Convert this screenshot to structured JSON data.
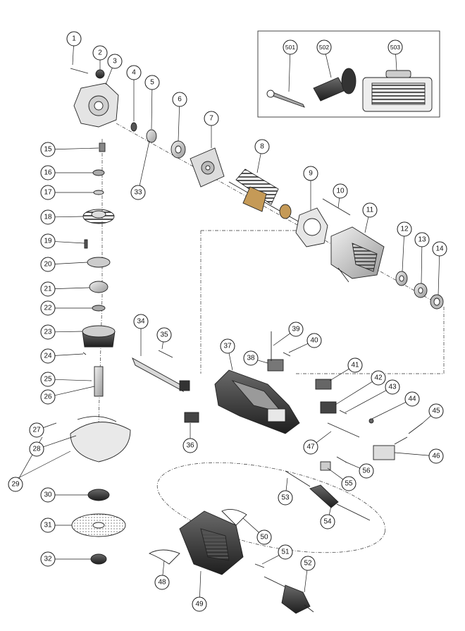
{
  "callouts": [
    {
      "id": "1",
      "text": "1"
    },
    {
      "id": "2",
      "text": "2"
    },
    {
      "id": "3",
      "text": "3"
    },
    {
      "id": "4",
      "text": "4"
    },
    {
      "id": "5",
      "text": "5"
    },
    {
      "id": "6",
      "text": "6"
    },
    {
      "id": "7",
      "text": "7"
    },
    {
      "id": "8",
      "text": "8"
    },
    {
      "id": "9",
      "text": "9"
    },
    {
      "id": "10",
      "text": "10"
    },
    {
      "id": "11",
      "text": "11"
    },
    {
      "id": "12",
      "text": "12"
    },
    {
      "id": "13",
      "text": "13"
    },
    {
      "id": "14",
      "text": "14"
    },
    {
      "id": "15",
      "text": "15"
    },
    {
      "id": "16",
      "text": "16"
    },
    {
      "id": "17",
      "text": "17"
    },
    {
      "id": "18",
      "text": "18"
    },
    {
      "id": "19",
      "text": "19"
    },
    {
      "id": "20",
      "text": "20"
    },
    {
      "id": "21",
      "text": "21"
    },
    {
      "id": "22",
      "text": "22"
    },
    {
      "id": "23",
      "text": "23"
    },
    {
      "id": "24",
      "text": "24"
    },
    {
      "id": "25",
      "text": "25"
    },
    {
      "id": "26",
      "text": "26"
    },
    {
      "id": "27",
      "text": "27"
    },
    {
      "id": "28",
      "text": "28"
    },
    {
      "id": "29",
      "text": "29"
    },
    {
      "id": "30",
      "text": "30"
    },
    {
      "id": "31",
      "text": "31"
    },
    {
      "id": "32",
      "text": "32"
    },
    {
      "id": "33",
      "text": "33"
    },
    {
      "id": "34",
      "text": "34"
    },
    {
      "id": "35",
      "text": "35"
    },
    {
      "id": "36",
      "text": "36"
    },
    {
      "id": "37",
      "text": "37"
    },
    {
      "id": "38",
      "text": "38"
    },
    {
      "id": "39",
      "text": "39"
    },
    {
      "id": "40",
      "text": "40"
    },
    {
      "id": "41",
      "text": "41"
    },
    {
      "id": "42",
      "text": "42"
    },
    {
      "id": "43",
      "text": "43"
    },
    {
      "id": "44",
      "text": "44"
    },
    {
      "id": "45",
      "text": "45"
    },
    {
      "id": "46",
      "text": "46"
    },
    {
      "id": "47",
      "text": "47"
    },
    {
      "id": "48",
      "text": "48"
    },
    {
      "id": "49",
      "text": "49"
    },
    {
      "id": "50",
      "text": "50"
    },
    {
      "id": "51",
      "text": "51"
    },
    {
      "id": "52",
      "text": "52"
    },
    {
      "id": "53",
      "text": "53"
    },
    {
      "id": "54",
      "text": "54"
    },
    {
      "id": "55",
      "text": "55"
    },
    {
      "id": "56",
      "text": "56"
    },
    {
      "id": "501",
      "text": "501"
    },
    {
      "id": "502",
      "text": "502"
    },
    {
      "id": "503",
      "text": "503"
    }
  ]
}
